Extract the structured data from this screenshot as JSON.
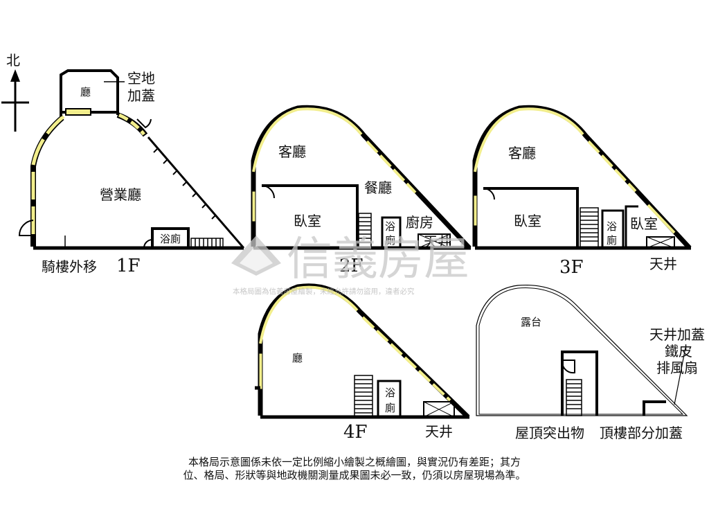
{
  "compass": {
    "north": "北"
  },
  "floor_1": {
    "label": "1F",
    "rooms": {
      "hall_top": "廳",
      "annex_line1": "空地",
      "annex_line2": "加蓋",
      "business_hall": "營業廳",
      "bath": "浴廁",
      "arcade": "騎樓外移"
    }
  },
  "floor_2": {
    "label": "2F",
    "rooms": {
      "living": "客廳",
      "dining": "餐廳",
      "bedroom": "臥室",
      "bath_1": "浴",
      "bath_2": "廁",
      "kitchen": "廚房",
      "lightwell": "天井"
    }
  },
  "floor_3": {
    "label": "3F",
    "rooms": {
      "living": "客廳",
      "bedroom_1": "臥室",
      "bath_1": "浴",
      "bath_2": "廁",
      "bedroom_2": "臥室",
      "lightwell": "天井"
    }
  },
  "floor_4": {
    "label": "4F",
    "rooms": {
      "hall": "廳",
      "bath_1": "浴",
      "bath_2": "廁",
      "lightwell": "天井"
    }
  },
  "roof": {
    "rooms": {
      "terrace": "露台",
      "note_line1": "天井加蓋",
      "note_line2": "鐵皮",
      "note_line3": "排風扇",
      "rooftop_structure": "屋頂突出物",
      "rooftop_addition": "頂樓部分加蓋"
    }
  },
  "watermark": {
    "brand": "信義房屋",
    "notice": "本格局圖為信義房屋繪製，未經允許請勿盜用，違者必究"
  },
  "footnote": {
    "line1": "本格局示意圖係未依一定比例縮小繪製之概繪圖，與實況仍有差距；其方",
    "line2": "位、格局、形狀等與地政機關測量成果圖未必一致，仍須以房屋現場為準。"
  },
  "colors": {
    "wall": "#000000",
    "window": "#f2ee8c",
    "watermark": "#c8c8c8"
  }
}
